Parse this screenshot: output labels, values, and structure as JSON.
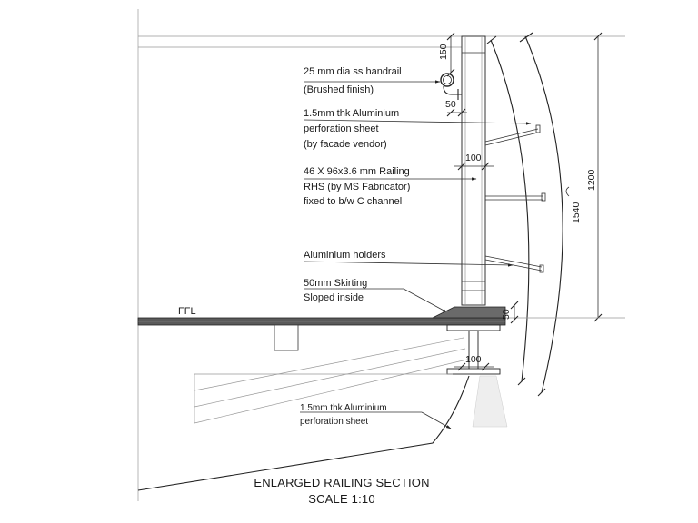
{
  "labels": {
    "handrail": [
      "25 mm dia ss handrail",
      "(Brushed finish)"
    ],
    "perforation_top": [
      "1.5mm thk Aluminium",
      "perforation sheet",
      "(by facade vendor)"
    ],
    "railing": [
      "46 X 96x3.6 mm Railing",
      "RHS (by MS Fabricator)",
      "fixed to b/w C channel"
    ],
    "holders": "Aluminium holders",
    "skirting": [
      "50mm Skirting",
      "Sloped inside"
    ],
    "ffl": "FFL",
    "perforation_bottom": [
      "1.5mm thk Aluminium",
      "perforation sheet"
    ]
  },
  "dimensions": {
    "d150": "150",
    "d50_top": "50",
    "d100_mid": "100",
    "d1200": "1200",
    "r1540": "1540",
    "d50_skirt": "50",
    "d100_bottom": "100"
  },
  "title": {
    "line1": "ENLARGED RAILING SECTION",
    "line2": "SCALE 1:10"
  }
}
